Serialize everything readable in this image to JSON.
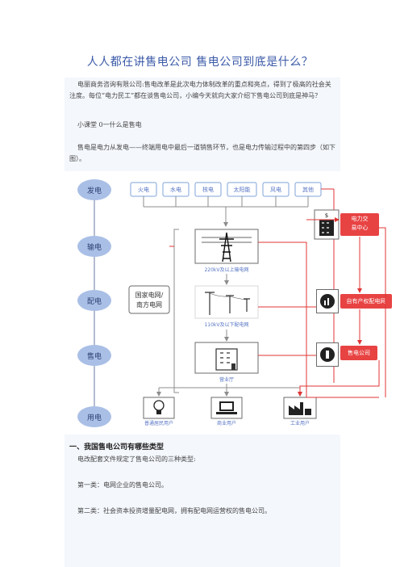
{
  "title": "人人都在讲售电公司 售电公司到底是什么？",
  "para1": "电丽商务咨询有限公司:售电改革是此次电力体制改革的重点和亮点，得到了极高的社会关注度。每位“电力民工”都在谈售电公司，小编今天就向大家介绍下售电公司到底是神马？",
  "para2": "小课堂 0一什么是售电",
  "para3": "售电是电力从发电——终端用电中最后一道销售环节，也是电力传输过程中的第四步（如下图）。",
  "diagram": {
    "stages": [
      "发电",
      "输电",
      "配电",
      "售电",
      "用电"
    ],
    "sources": [
      "火电",
      "水电",
      "核电",
      "太阳能",
      "风电",
      "其他"
    ],
    "grid_label": "国家电网/\n南方电网",
    "transmission_label": "220kV及以上输电网",
    "distribution_label": "110kV及以下配电网",
    "hall_label": "营业厅",
    "right_boxes": [
      "电力交\n易中心",
      "自有产权配电网",
      "售电公司"
    ],
    "users": [
      "普通居民用户",
      "商业用户",
      "工业用户"
    ],
    "colors": {
      "stage_fill": "#a9bfe6",
      "red": "#e03636",
      "red_box": "#e84343",
      "gray": "#8d8d8d",
      "label_blue": "#5674c4"
    }
  },
  "section_heading": "一、我国售电公司有哪些类型",
  "para4": "电改配套文件规定了售电公司的三种类型:",
  "para5": "第一类：电网企业的售电公司。",
  "para6": "第二类：社会资本投资增量配电网，拥有配电网运营权的售电公司。"
}
